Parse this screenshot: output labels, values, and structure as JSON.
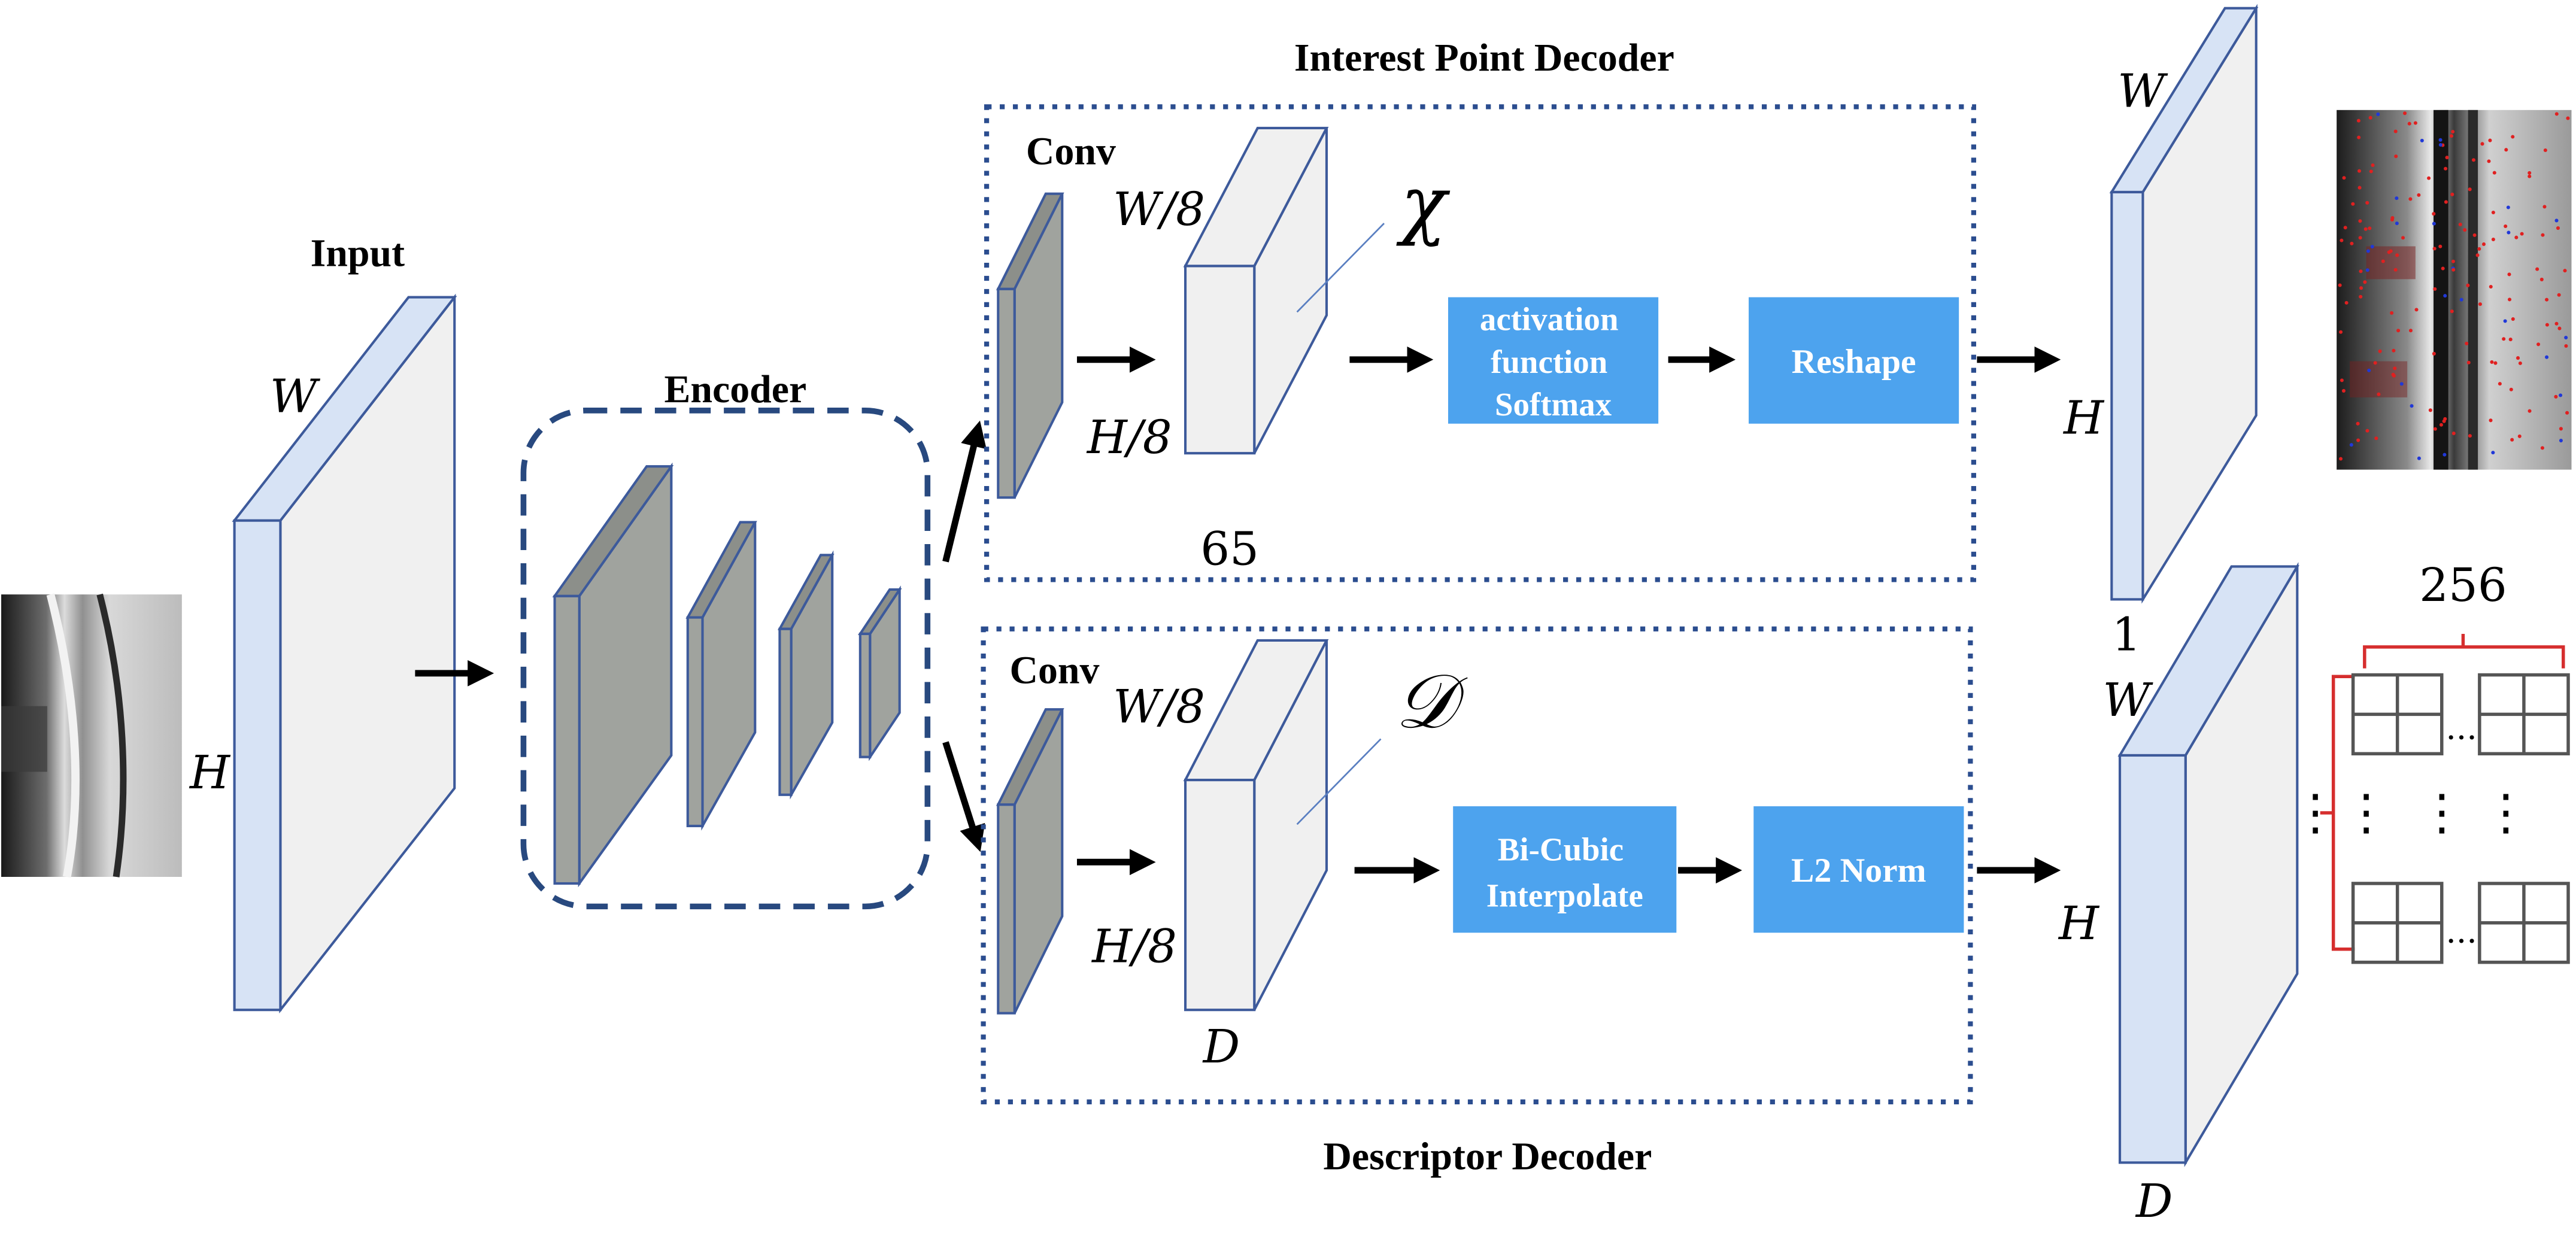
{
  "input": {
    "title": "Input",
    "w_label": "W",
    "h_label": "H"
  },
  "encoder": {
    "title": "Encoder"
  },
  "interest_decoder": {
    "title": "Interest Point Decoder",
    "conv_label": "Conv",
    "w_label": "W/8",
    "h_label": "H/8",
    "depth_label": "65",
    "tensor_symbol": "χ",
    "activation_box": [
      "activation",
      "function",
      "Softmax"
    ],
    "reshape_box": "Reshape"
  },
  "descriptor_decoder": {
    "title": "Descriptor Decoder",
    "conv_label": "Conv",
    "w_label": "W/8",
    "h_label": "H/8",
    "depth_label": "D",
    "tensor_symbol": "𝒟",
    "interp_box": [
      "Bi-Cubic",
      "Interpolate"
    ],
    "norm_box": "L2 Norm"
  },
  "heatmap_output": {
    "w_label": "W",
    "h_label": "H",
    "depth_label": "1"
  },
  "descriptor_output": {
    "w_label": "W",
    "h_label": "H",
    "depth_label": "D"
  },
  "descriptor_grid": {
    "count_label": "256",
    "h_dots": "···",
    "v_dots": "⋮"
  },
  "colors": {
    "accent_box": "#4da3ee",
    "dotted_border": "#2b4d8f",
    "encoder_border": "#28497f",
    "slab_front": "#d7e3f5",
    "slab_face": "#f0f0f0",
    "slab_edge": "#3d5a9b",
    "gray_layer": "#a0a39e",
    "brace": "#d62e2e"
  }
}
